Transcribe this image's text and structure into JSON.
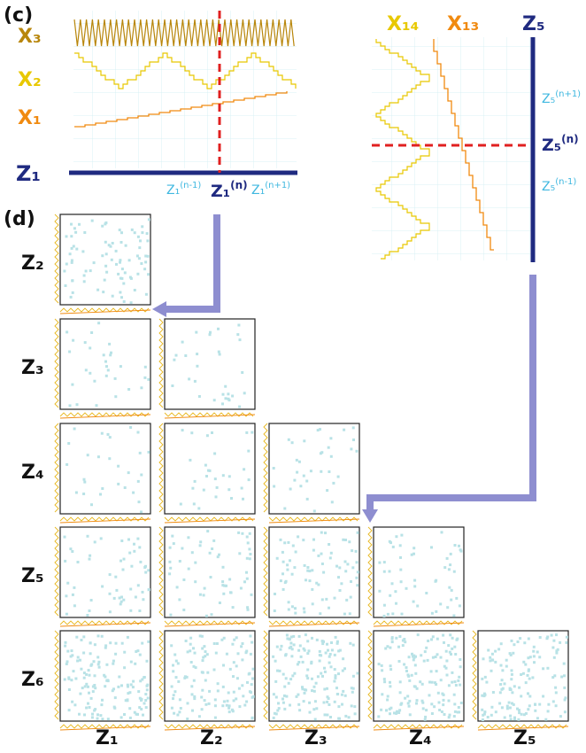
{
  "panel_c": {
    "label": "(c)",
    "signals_left": [
      {
        "name": "X₃",
        "color": "#b8860b"
      },
      {
        "name": "X₂",
        "color": "#e8c800"
      },
      {
        "name": "X₁",
        "color": "#f08a10"
      }
    ],
    "axis_left": {
      "name": "Z₁",
      "color": "#1f2a80"
    },
    "ticks_left": {
      "prev_base": "Z₁",
      "prev_sup": "(n-1)",
      "cur_base": "Z₁",
      "cur_sup": "(n)",
      "next_base": "Z₁",
      "next_sup": "(n+1)"
    },
    "signals_right": [
      {
        "name": "X₁₄",
        "color": "#e8c800"
      },
      {
        "name": "X₁₃",
        "color": "#f08a10"
      }
    ],
    "axis_right": {
      "name": "Z₅",
      "color": "#1f2a80"
    },
    "ticks_right": {
      "next_base": "Z₅",
      "next_sup": "(n+1)",
      "cur_base": "Z₅",
      "cur_sup": "(n)",
      "prev_base": "Z₅",
      "prev_sup": "(n-1)"
    },
    "colors": {
      "light_tick": "#40b8e0",
      "dashed": "#e02020",
      "arrow": "#8e8ed0",
      "grid": "#d8f0f4"
    }
  },
  "panel_d": {
    "label": "(d)",
    "row_labels": [
      "Z₂",
      "Z₃",
      "Z₄",
      "Z₅",
      "Z₆"
    ],
    "col_labels": [
      "Z₁",
      "Z₂",
      "Z₃",
      "Z₄",
      "Z₅"
    ],
    "dot_color": "#b8e2e6"
  }
}
